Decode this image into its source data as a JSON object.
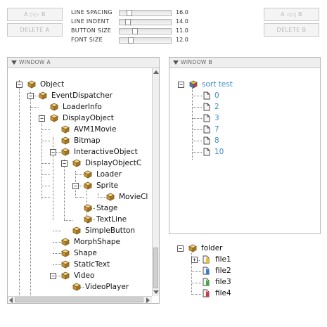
{
  "buttons": {
    "move_a": "A ▷▷ B",
    "delete_a": "DELETE A",
    "move_b": "A ◁◁ B",
    "delete_b": "DELETE B"
  },
  "controls": [
    {
      "label": "LINE SPACING",
      "value": "16.0"
    },
    {
      "label": "LINE INDENT",
      "value": "14.0"
    },
    {
      "label": "BUTTON SIZE",
      "value": "11.0"
    },
    {
      "label": "FONT SIZE",
      "value": "12.0"
    }
  ],
  "window_a": {
    "title": "WINDOW A",
    "nodes": [
      "Object",
      "EventDispatcher",
      "LoaderInfo",
      "DisplayObject",
      "AVM1Movie",
      "Bitmap",
      "InteractiveObject",
      "DisplayObjectC",
      "Loader",
      "Sprite",
      "MovieCl",
      "Stage",
      "TextLine",
      "SimpleButton",
      "MorphShape",
      "Shape",
      "StaticText",
      "Video",
      "VideoPlayer"
    ]
  },
  "window_b": {
    "title": "WINDOW B",
    "root": "sort test",
    "items": [
      "0",
      "2",
      "3",
      "7",
      "8",
      "10"
    ]
  },
  "folder_tree": {
    "root": "folder",
    "files": [
      "file1",
      "file2",
      "file3",
      "file4"
    ],
    "file_colors": [
      "#e8c21a",
      "#2f7fd6",
      "#3fae3f",
      "#d23a3a"
    ]
  },
  "colors": {
    "accent": "#3b8fc9"
  }
}
